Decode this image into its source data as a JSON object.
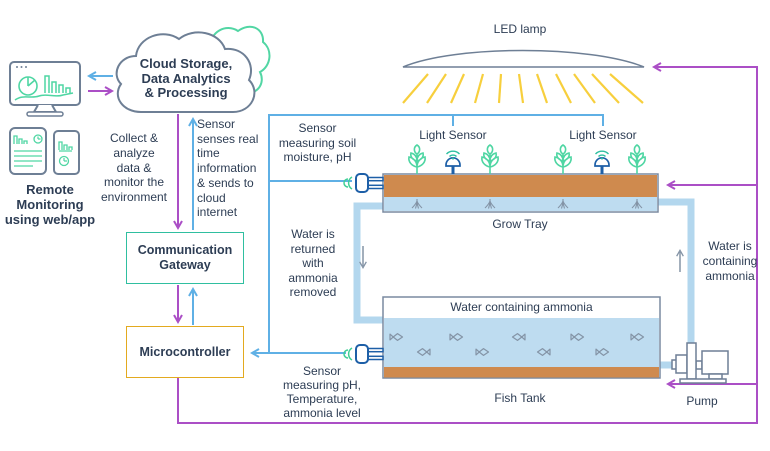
{
  "cloud": {
    "lines": [
      "Cloud Storage,",
      "Data Analytics",
      "& Processing"
    ]
  },
  "remote_monitoring": {
    "lines": [
      "Remote",
      "Monitoring",
      "using web/app"
    ]
  },
  "boxes": {
    "gateway": "Communication Gateway",
    "microcontroller": "Microcontroller"
  },
  "annotations": {
    "collect": [
      "Collect &",
      "analyze",
      "data &",
      "monitor the",
      "environment"
    ],
    "sensor_to_cloud": [
      "Sensor",
      "senses real",
      "time",
      "information",
      "& sends to",
      "cloud",
      "internet"
    ],
    "soil_sensor": [
      "Sensor",
      "measuring soil",
      "moisture, pH"
    ],
    "water_returned": [
      "Water is",
      "returned",
      "with",
      "ammonia",
      "removed"
    ],
    "tank_sensor": [
      "Sensor",
      "measuring pH,",
      "Temperature,",
      "ammonia level"
    ],
    "water_up": [
      "Water is",
      "containing",
      "ammonia"
    ]
  },
  "labels": {
    "led_lamp": "LED lamp",
    "light_sensor_1": "Light Sensor",
    "light_sensor_2": "Light Sensor",
    "grow_tray": "Grow Tray",
    "fish_tank": "Fish Tank",
    "tank_water": "Water containing ammonia",
    "pump": "Pump"
  },
  "icons": {
    "monitor": "monitor-with-charts-icon",
    "tablet": "tablet-icon",
    "phone": "phone-icon",
    "cloud": "cloud-icon",
    "plant": "plant-sprout-icon",
    "light_sensor": "light-sensor-icon",
    "soil_sensor": "wireless-soil-sensor-icon",
    "tank_sensor": "wireless-water-sensor-icon",
    "fish": "fish-icon",
    "pump": "pump-icon",
    "led_lamp": "led-lamp-icon"
  },
  "colors": {
    "data_line_blue": "#5fb0e5",
    "control_line_purple": "#ab4fc6",
    "teal": "#2fbfa0",
    "plant_green": "#4fd6a3",
    "gateway_border": "#2fbfa0",
    "microcontroller_border": "#e3aa1f",
    "soil_brown": "#cf8a4e",
    "water_blue": "#bedcf0",
    "pipe_blue": "#b3d7ee",
    "ray_yellow": "#f7cf3d",
    "text_navy": "#2d3d54",
    "outline_gray": "#6e7f95",
    "sensor_blue": "#1d5fa7",
    "fish_gray": "#8494a6"
  }
}
